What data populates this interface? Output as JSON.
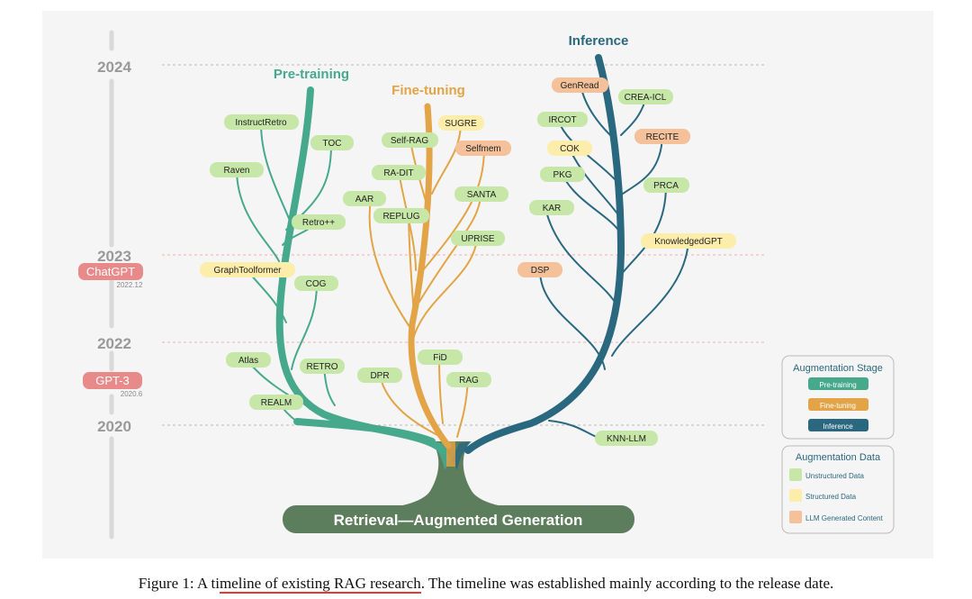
{
  "stages": {
    "pretraining": "Pre-training",
    "finetuning": "Fine-tuning",
    "inference": "Inference"
  },
  "years": {
    "y2024": "2024",
    "y2023": "2023",
    "y2022": "2022",
    "y2020": "2020"
  },
  "milestones": {
    "chatgpt": {
      "label": "ChatGPT",
      "date": "2022.12"
    },
    "gpt3": {
      "label": "GPT-3",
      "date": "2020.6"
    }
  },
  "root_label": "Retrieval—Augmented Generation",
  "nodes": {
    "pretraining": [
      "InstructRetro",
      "TOC",
      "Raven",
      "Retro++",
      "GraphToolformer",
      "COG",
      "Atlas",
      "RETRO",
      "REALM"
    ],
    "finetuning": [
      "SUGRE",
      "Self-RAG",
      "Selfmem",
      "RA-DIT",
      "SANTA",
      "AAR",
      "REPLUG",
      "UPRISE",
      "FiD",
      "DPR",
      "RAG"
    ],
    "inference": [
      "GenRead",
      "CREA-ICL",
      "IRCOT",
      "RECITE",
      "COK",
      "PKG",
      "PRCA",
      "KAR",
      "KnowledgedGPT",
      "DSP",
      "KNN-LLM"
    ]
  },
  "legend": {
    "stage": {
      "title": "Augmentation Stage",
      "items": [
        "Pre-training",
        "Fine-tuning",
        "Inference"
      ]
    },
    "data": {
      "title": "Augmentation Data",
      "items": [
        "Unstructured Data",
        "Structured Data",
        "LLM Generated Content"
      ]
    }
  },
  "caption": {
    "prefix": "Figure 1: A ti",
    "underlined": "meline of existing RAG research",
    "suffix": ". The timeline was established mainly according to the release date."
  },
  "colors": {
    "pretraining": "#47a98b",
    "finetuning": "#e2a446",
    "inference": "#2a6880",
    "root": "#5d7e5d",
    "unstructured": "#c6e7a7",
    "structured": "#fcedaa",
    "llm_generated": "#f4c19a",
    "milestone": "#e88a8a",
    "year": "#999999"
  }
}
